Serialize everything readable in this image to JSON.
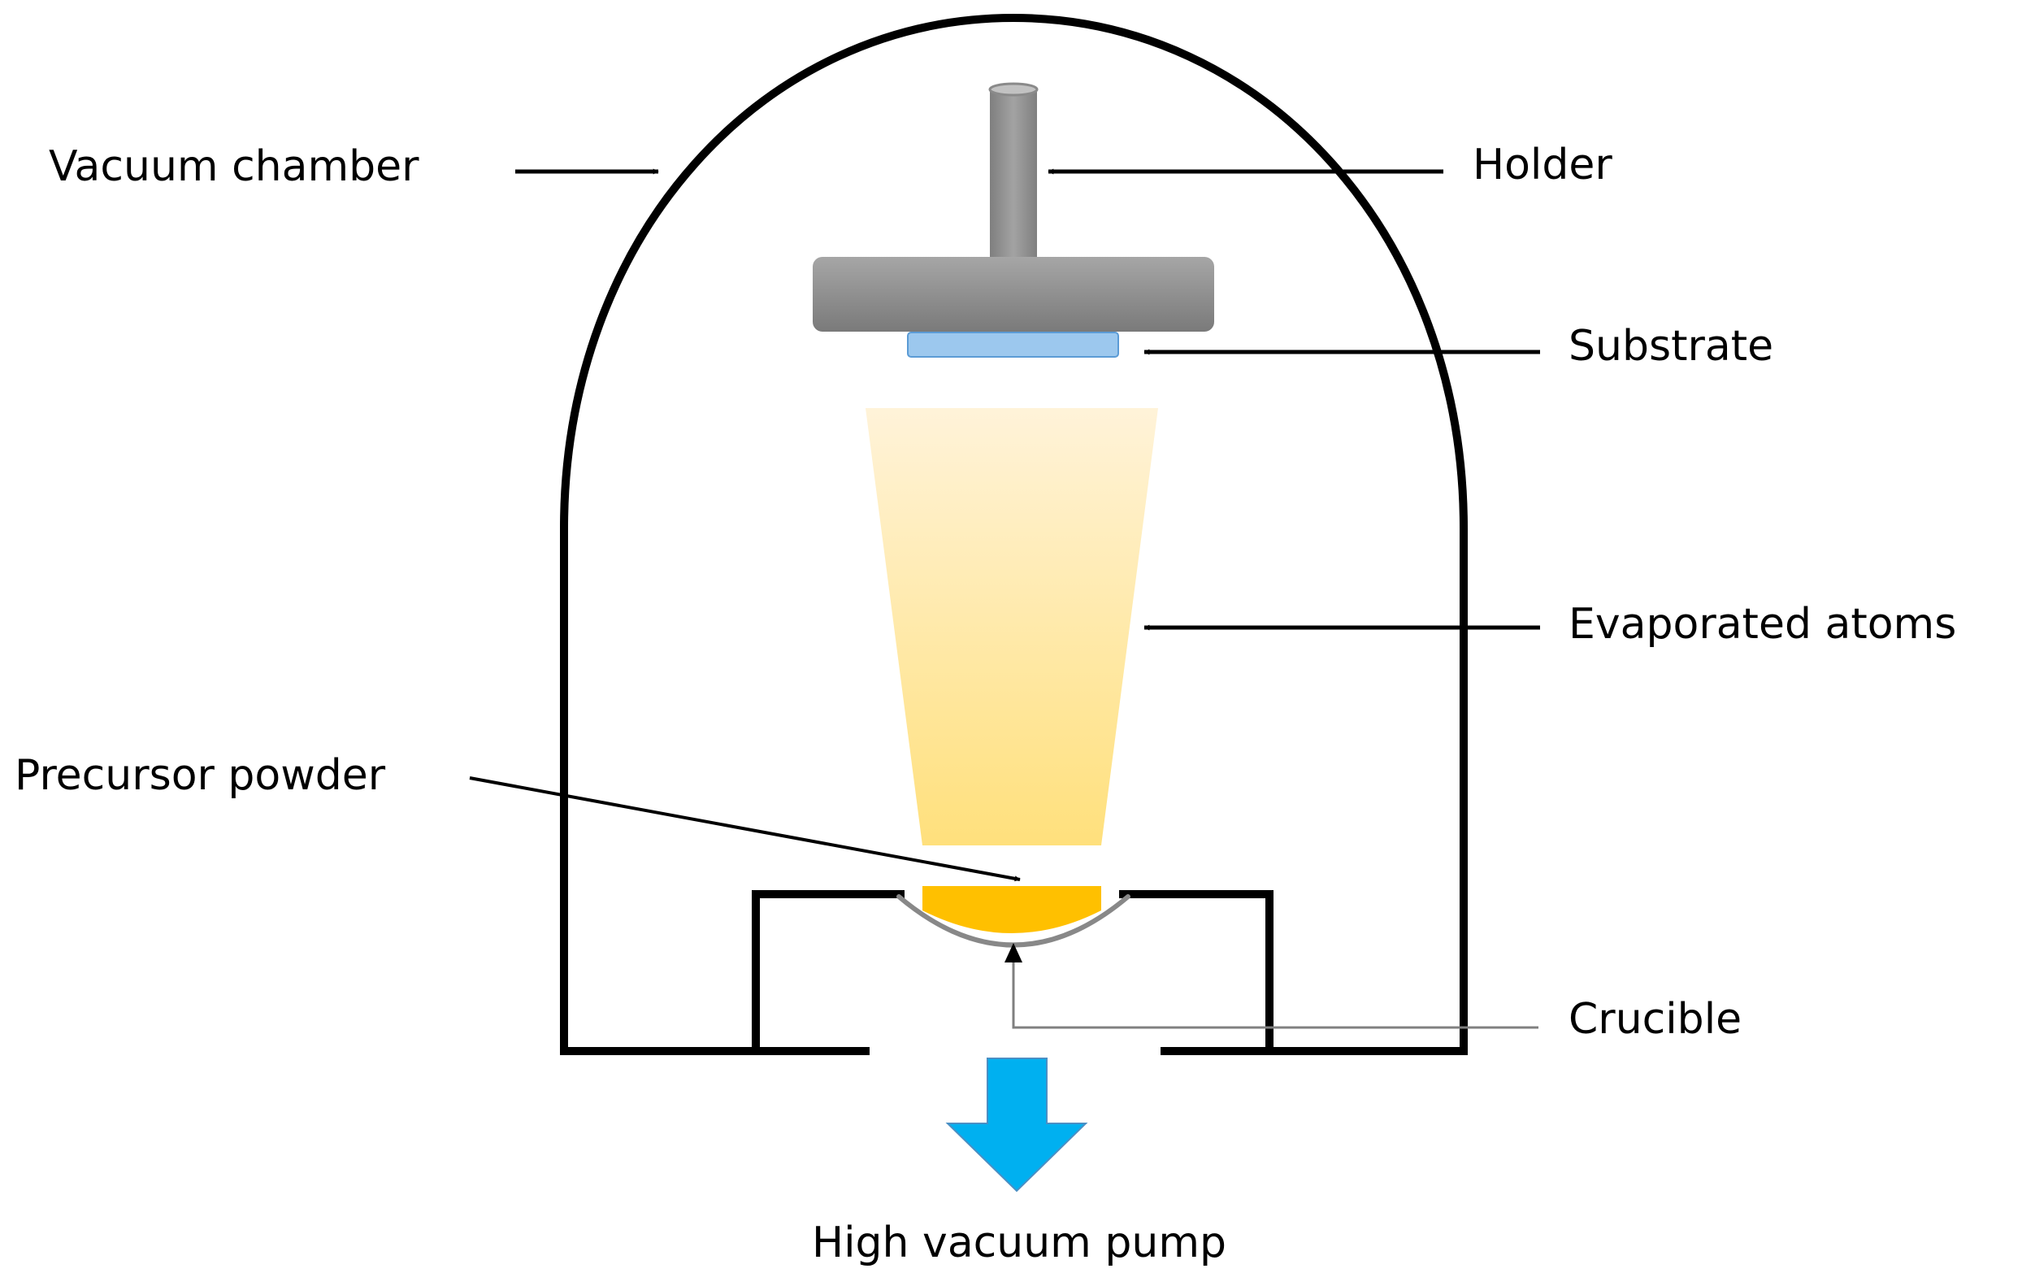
{
  "labels": {
    "vacuum_chamber": "Vacuum chamber",
    "holder": "Holder",
    "substrate": "Substrate",
    "evaporated_atoms": "Evaporated atoms",
    "precursor_powder": "Precursor powder",
    "crucible": "Crucible",
    "pump": "High vacuum pump"
  },
  "colors": {
    "outline": "#000000",
    "holder_gray": "#8c8c8c",
    "substrate_blue": "#9cc8ee",
    "substrate_edge": "#5b9bd5",
    "atoms_top": "#fff3d6",
    "atoms_bottom": "#ffe180",
    "powder": "#ffc000",
    "crucible_gray": "#888888",
    "pump_arrow": "#00b0f0"
  }
}
